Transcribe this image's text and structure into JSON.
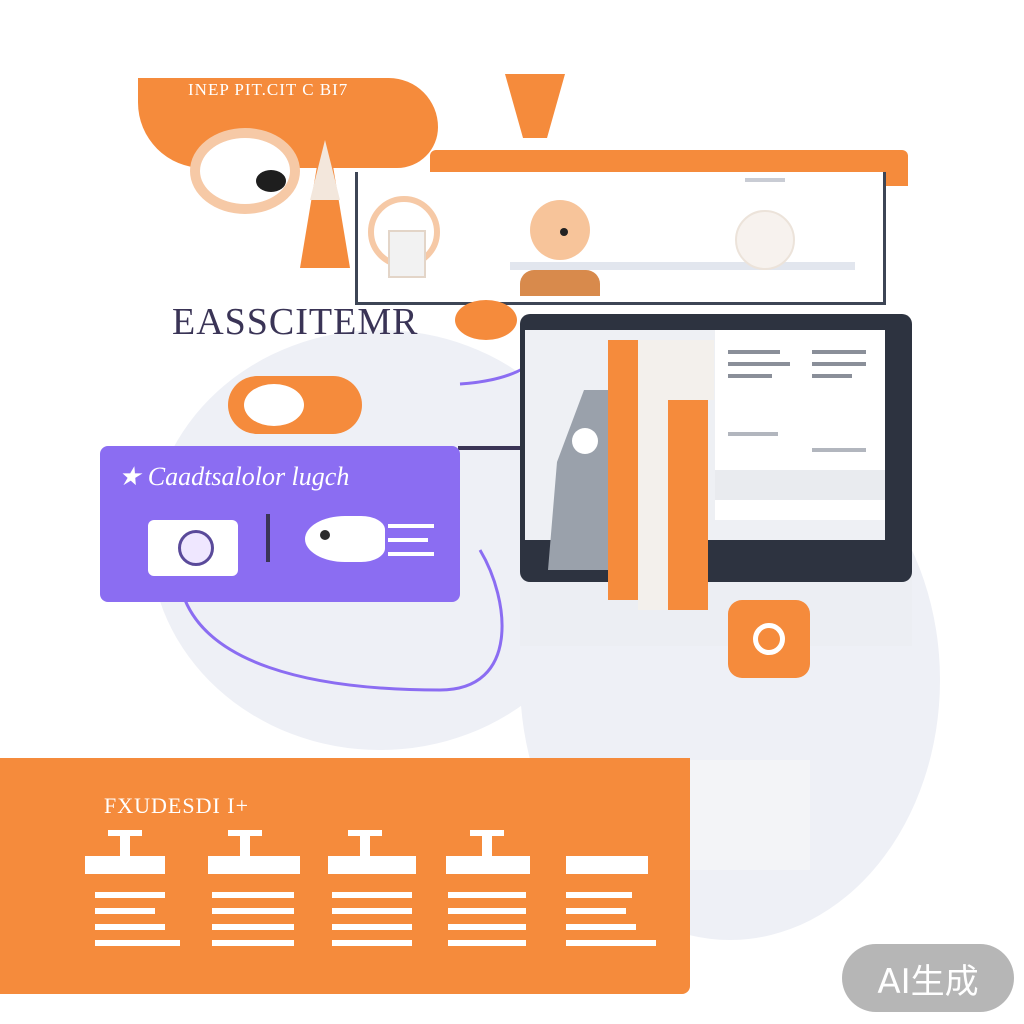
{
  "banner": {
    "title": "INEP PIT.CIT C BI7"
  },
  "brand": {
    "name": "EASSCITEMR"
  },
  "purple_card": {
    "title": "★ Caadtsalolor lugch"
  },
  "bottom_panel": {
    "title": "FXUDESDI I+"
  },
  "badge": {
    "label": "AI生成"
  },
  "colors": {
    "accent": "#f58b3c",
    "purple": "#8b6df2",
    "dark": "#2d3340",
    "brand_text": "#3a3456"
  },
  "icons": [
    "search-icon",
    "avatar-icon",
    "profile-icon"
  ]
}
